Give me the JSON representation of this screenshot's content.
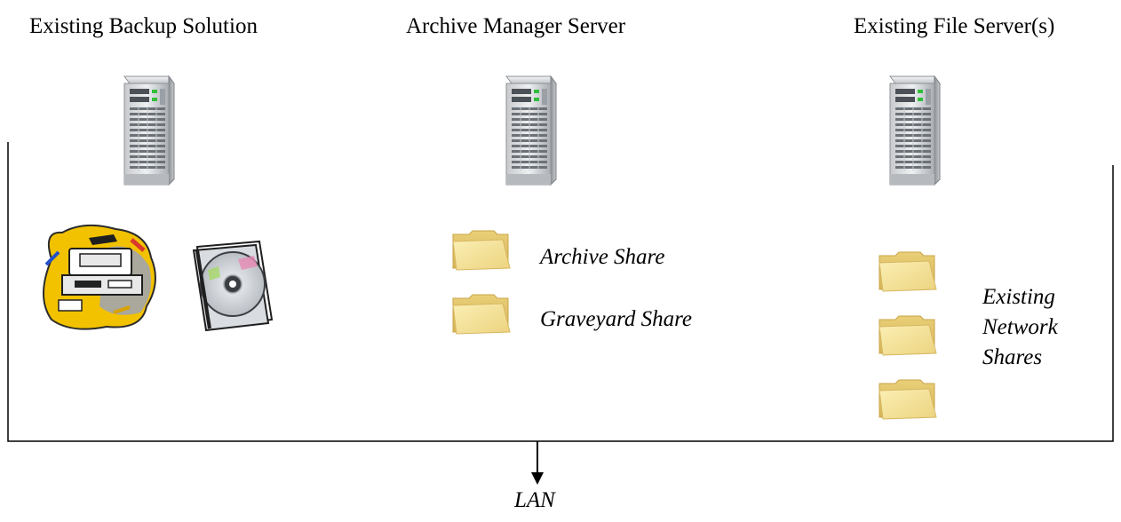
{
  "columns": {
    "backup": {
      "title": "Existing Backup Solution"
    },
    "archive": {
      "title": "Archive Manager Server"
    },
    "fileserver": {
      "title": "Existing File Server(s)"
    }
  },
  "archive_shares": {
    "archive": "Archive Share",
    "graveyard": "Graveyard Share"
  },
  "network_shares": {
    "line1": "Existing",
    "line2": "Network",
    "line3": "Shares"
  },
  "lan_label": "LAN"
}
